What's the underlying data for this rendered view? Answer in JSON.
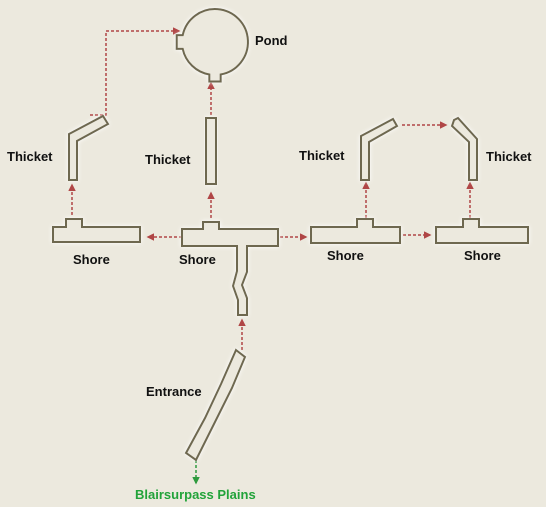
{
  "map": {
    "areas": {
      "pond": "Pond",
      "thicket_upper_left": "Thicket",
      "thicket_center": "Thicket",
      "thicket_right_a": "Thicket",
      "thicket_right_b": "Thicket",
      "shore_left": "Shore",
      "shore_center": "Shore",
      "shore_right_a": "Shore",
      "shore_right_b": "Shore",
      "entrance": "Entrance"
    },
    "exit": "Blairsurpass Plains"
  },
  "colors": {
    "background": "#ece9de",
    "area_outline": "#6e6850",
    "path_arrow": "#b04646",
    "exit_arrow": "#2e9a3e"
  }
}
